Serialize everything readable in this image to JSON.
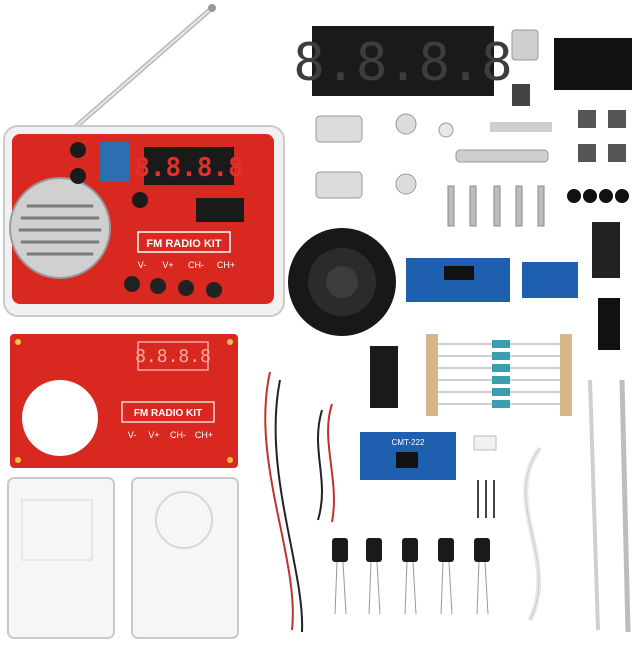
{
  "radio": {
    "label": "FM RADIO KIT",
    "display": "8.8.8.8",
    "buttons": [
      "V-",
      "V+",
      "CH-",
      "CH+"
    ]
  },
  "pcb": {
    "label": "FM RADIO KIT",
    "buttons": [
      "V-",
      "V+",
      "CH-",
      "CH+"
    ]
  },
  "module_label": "CMT-222",
  "big_display": "8.8.8.8",
  "colors": {
    "pcb_red": "#d8281f",
    "display_dark": "#1a1a1a",
    "segment_red": "#e0302a",
    "module_blue": "#1f5fb0",
    "resistor_tan": "#d7b78a"
  }
}
